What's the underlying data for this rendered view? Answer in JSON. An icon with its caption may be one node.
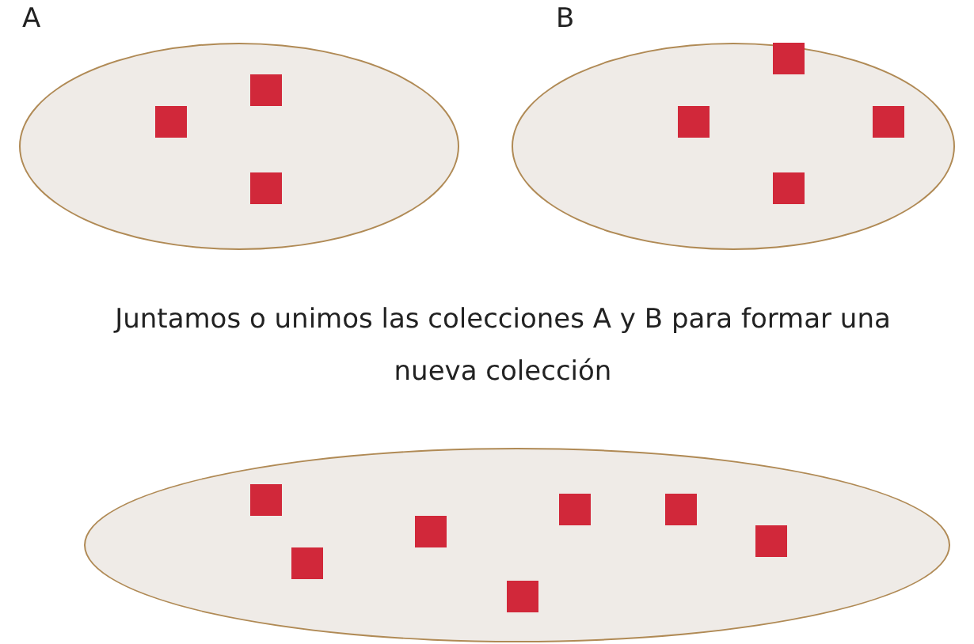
{
  "diagram": {
    "nodes": [
      {
        "text": [
          "A"
        ]
      },
      {
        "text": [],
        "shape": "box",
        "in": 0
      },
      {
        "text": [],
        "shape": "box",
        "in": 0
      },
      {
        "text": [],
        "shape": "box",
        "in": 0
      },
      {
        "text": [
          "B"
        ]
      },
      {
        "text": [],
        "shape": "box",
        "in": 4
      },
      {
        "text": [],
        "shape": "box",
        "in": 4
      },
      {
        "text": [],
        "shape": "box",
        "in": 4
      },
      {
        "text": [],
        "shape": "box",
        "in": 4
      },
      {
        "text": [],
        "shape": "ellipse"
      },
      {
        "text": [],
        "shape": "box",
        "in": 9
      },
      {
        "text": [],
        "shape": "box",
        "in": 9
      },
      {
        "text": [],
        "shape": "box",
        "in": 9
      },
      {
        "text": [],
        "shape": "box",
        "in": 9
      },
      {
        "text": [],
        "shape": "box",
        "in": 9
      },
      {
        "text": [],
        "shape": "box",
        "in": 9
      },
      {
        "text": [],
        "shape": "box",
        "in": 9
      }
    ],
    "labels": [
      "Juntamos o unimos las colecciones A y B para formar una nueva colección"
    ]
  }
}
